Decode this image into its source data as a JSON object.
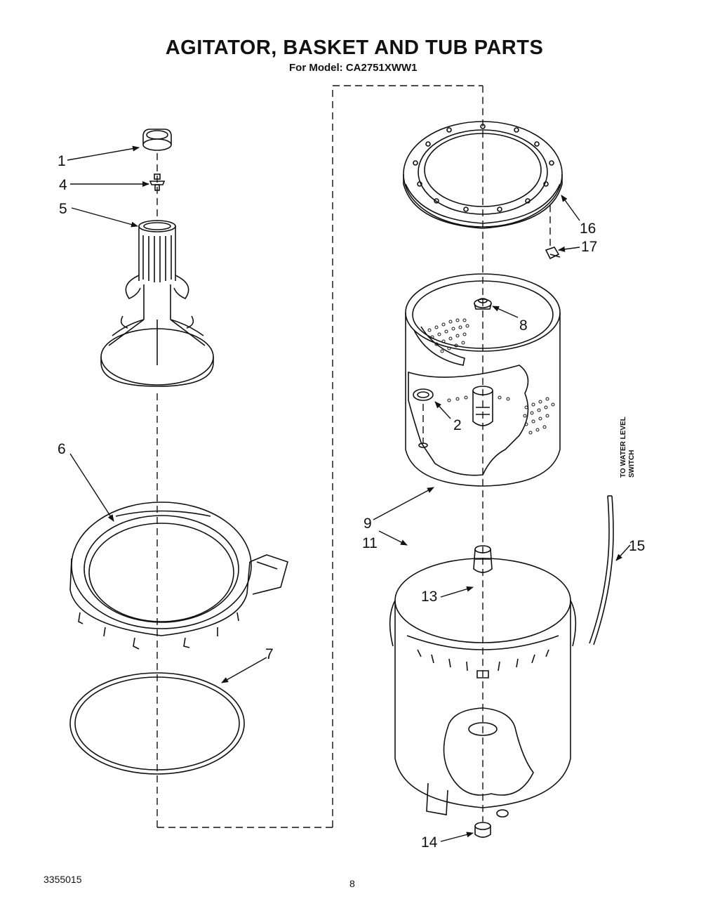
{
  "header": {
    "title": "AGITATOR, BASKET AND TUB PARTS",
    "model_line": "For Model: CA2751XWW1"
  },
  "footer": {
    "doc_number": "3355015",
    "page_number": "8"
  },
  "annotations": {
    "water_level_line1": "TO WATER LEVEL",
    "water_level_line2": "SWITCH"
  },
  "callouts": {
    "c1": "1",
    "c2": "2",
    "c4": "4",
    "c5": "5",
    "c6": "6",
    "c7": "7",
    "c8": "8",
    "c9": "9",
    "c11": "11",
    "c13": "13",
    "c14": "14",
    "c15": "15",
    "c16": "16",
    "c17": "17"
  }
}
